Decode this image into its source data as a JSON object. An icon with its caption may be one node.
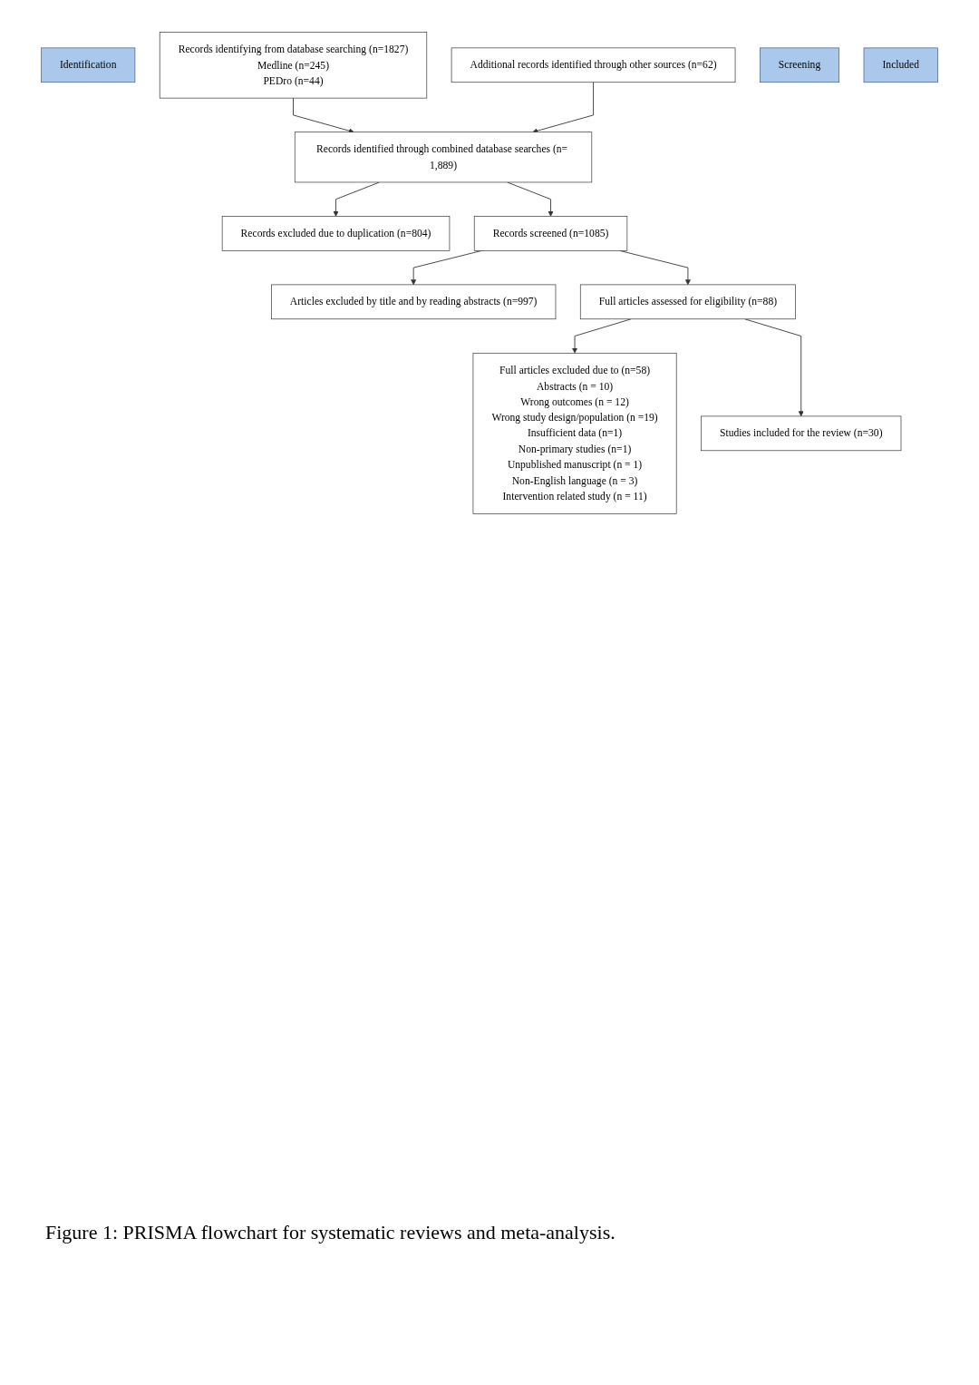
{
  "diagram": {
    "caption": "Figure 1: PRISMA flowchart for systematic reviews and meta-analysis.",
    "nodes": [
      {
        "text": [
          "Identification"
        ]
      },
      {
        "text": [
          "Records identifying from database searching (n=1827)",
          "Medline (n=245)",
          "PEDro (n=44)"
        ]
      },
      {
        "text": [
          "Additional records identified through other sources (n=62)"
        ]
      },
      {
        "text": [
          "Records identified through combined database searches (n= 1,889)"
        ]
      },
      {
        "text": [
          "Records excluded due to duplication (n=804)"
        ]
      },
      {
        "text": [
          "Screening"
        ]
      },
      {
        "text": [
          "Records screened (n=1085)"
        ]
      },
      {
        "text": [
          "Articles excluded by title and by reading abstracts (n=997)"
        ]
      },
      {
        "text": [
          "Full articles assessed for eligibility (n=88)"
        ]
      },
      {
        "text": [
          "Full articles excluded due to (n=58)",
          "Abstracts (n = 10)",
          "Wrong outcomes (n = 12)",
          "Wrong study design/population (n =19)",
          "Insufficient data (n=1)",
          "Non-primary studies (n=1)",
          "Unpublished manuscript (n = 1)",
          "Non-English language (n = 3)",
          "Intervention related study (n = 11)"
        ]
      },
      {
        "text": [
          "Included"
        ]
      },
      {
        "text": [
          "Studies included for the review (n=30)"
        ]
      }
    ],
    "edges": [
      {
        "from": 1,
        "to": 3,
        "arrow": "to"
      },
      {
        "from": 2,
        "to": 3,
        "arrow": "to"
      },
      {
        "from": 3,
        "to": 4,
        "arrow": "to"
      },
      {
        "from": 3,
        "to": 6,
        "arrow": "to"
      },
      {
        "from": 6,
        "to": 7,
        "arrow": "to"
      },
      {
        "from": 6,
        "to": 8,
        "arrow": "to"
      },
      {
        "from": 8,
        "to": 9,
        "arrow": "to"
      },
      {
        "from": 8,
        "to": 11,
        "arrow": "to"
      }
    ]
  }
}
